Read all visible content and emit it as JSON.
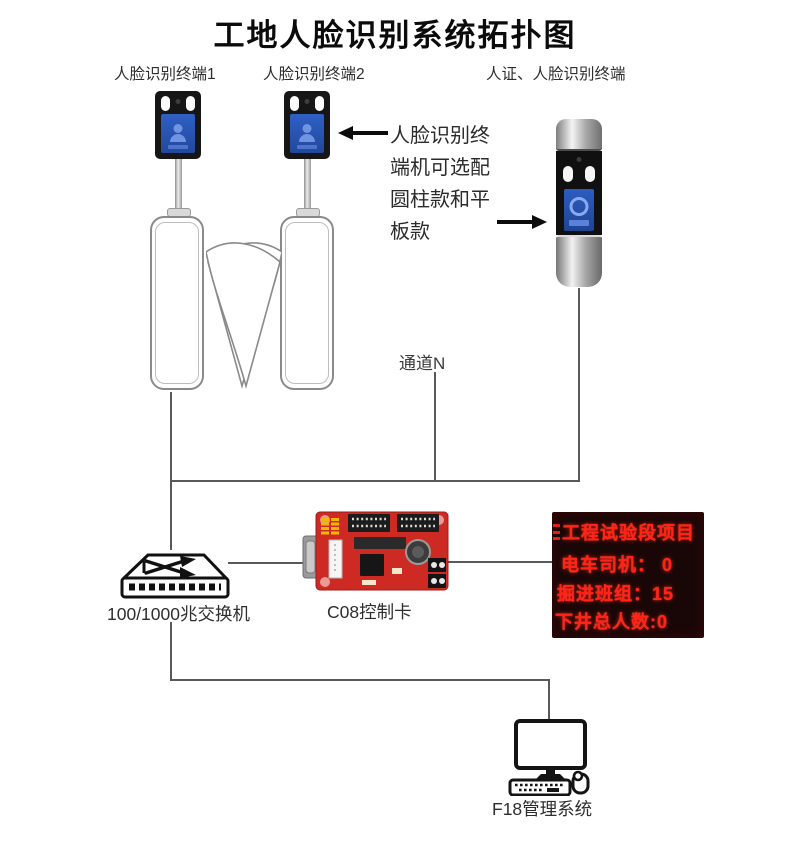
{
  "title": "工地人脸识别系统拓扑图",
  "labels": {
    "terminal1": "人脸识别终端1",
    "terminal2": "人脸识别终端2",
    "cylinder_terminal": "人证、人脸识别终端",
    "channel": "通道N",
    "switch": "100/1000兆交换机",
    "control_card": "C08控制卡",
    "management_system": "F18管理系统"
  },
  "annotation": {
    "line1": "人脸识别终",
    "line2": "端机可选配",
    "line3": "圆柱款和平",
    "line4": "板款"
  },
  "led_display": {
    "line1": "工程试验段项目",
    "line2": "电车司机： 0",
    "line3": "掘进班组：15",
    "line4": "下井总人数:0"
  },
  "colors": {
    "connector_line": "#595959",
    "screen_blue": "#2b57bb",
    "led_red": "#ff2418",
    "led_bg": "#190707",
    "pcb_red": "#ce2a24"
  }
}
